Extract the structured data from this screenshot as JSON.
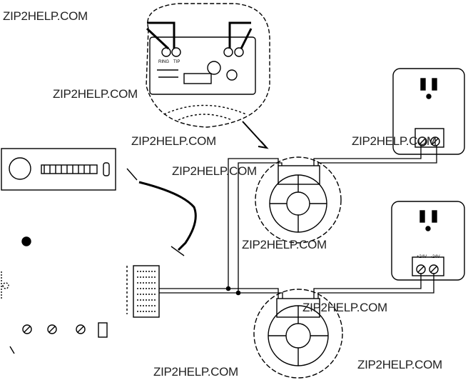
{
  "watermarks": [
    "ZIP2HELP.COM",
    "ZIP2HELP.COM",
    "ZIP2HELP.COM",
    "ZIP2HELP.COM",
    "ZIP2HELP.COM",
    "ZIP2HELP.COM",
    "ZIP2HELP.COM",
    "ZIP2HELP.COM",
    "ZIP2HELP.COM"
  ],
  "terminal_labels": {
    "ring": "RING",
    "tip": "TIP"
  },
  "transformer_labels": {
    "terminal_1": "+24V",
    "terminal_2": "-24V"
  }
}
